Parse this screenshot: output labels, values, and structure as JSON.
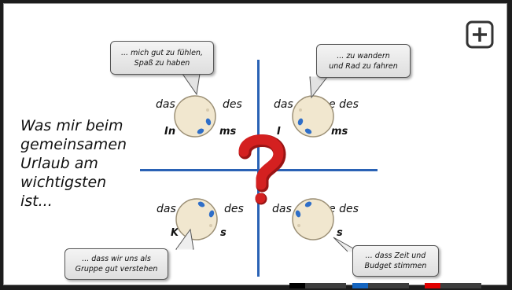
{
  "toolbar": {
    "add_icon": "plus-square-icon"
  },
  "main": {
    "title_lines": [
      "Was mir beim",
      "gemeinsamen",
      "Urlaub am",
      "wichtigsten",
      "ist..."
    ],
    "center_symbol": "question-mark-icon"
  },
  "bubbles": {
    "top_left": [
      "... mich gut zu fühlen,",
      "Spaß zu haben"
    ],
    "top_right": [
      "... zu wandern",
      "und Rad zu fahren"
    ],
    "bottom_left": [
      "... dass wir uns als",
      "Gruppe gut verstehen"
    ],
    "bottom_right": [
      "... dass Zeit und",
      "Budget stimmen"
    ]
  },
  "quadrants": {
    "top_left": {
      "left": "das",
      "right": "des",
      "bold_left": "In",
      "bold_right": "ms"
    },
    "top_right": {
      "left": "das",
      "right": "e des",
      "bold_left": "I",
      "bold_right": "ms"
    },
    "bottom_left": {
      "left": "das",
      "right": "des",
      "bold_left": "K",
      "bold_right": "s"
    },
    "bottom_right": {
      "left": "das",
      "right": "e des",
      "bold_left": "",
      "bold_right": "s"
    }
  },
  "colors": {
    "axis": "#2a62b5",
    "question": "#d42020",
    "head_fill": "#f1e7cf",
    "eye": "#2e6ec8",
    "markers": [
      "#000000",
      "#1565c0",
      "#e00000"
    ]
  }
}
